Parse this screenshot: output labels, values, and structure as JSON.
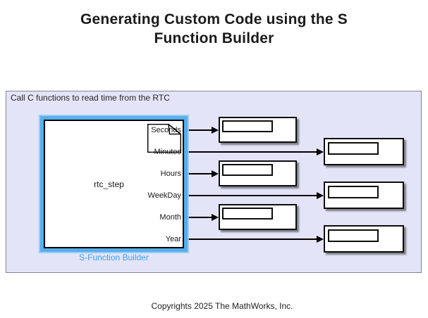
{
  "title": {
    "line1": "Generating Custom Code using the S",
    "line2": "Function Builder",
    "full": "Generating Custom Code using the S Function Builder"
  },
  "area": {
    "label": "Call C functions to read time from the RTC",
    "fill_color": "#e4e4f8",
    "border_color": "#83839b"
  },
  "sfunction_block": {
    "name": "rtc_step",
    "annotation": "S-Function Builder",
    "selected": true,
    "selection_color": "#58aeea",
    "annotation_color": "#3fa2f0",
    "icon": "s-function-page-icon",
    "ports": [
      "Seconds",
      "Minutes",
      "Hours",
      "WeekDay",
      "Month",
      "Year"
    ]
  },
  "displays": [
    {
      "connected_port": "Seconds",
      "value": ""
    },
    {
      "connected_port": "Minutes",
      "value": ""
    },
    {
      "connected_port": "Hours",
      "value": ""
    },
    {
      "connected_port": "WeekDay",
      "value": ""
    },
    {
      "connected_port": "Month",
      "value": ""
    },
    {
      "connected_port": "Year",
      "value": ""
    }
  ],
  "footer": {
    "copyright": "Copyrights 2025 The MathWorks, Inc."
  }
}
